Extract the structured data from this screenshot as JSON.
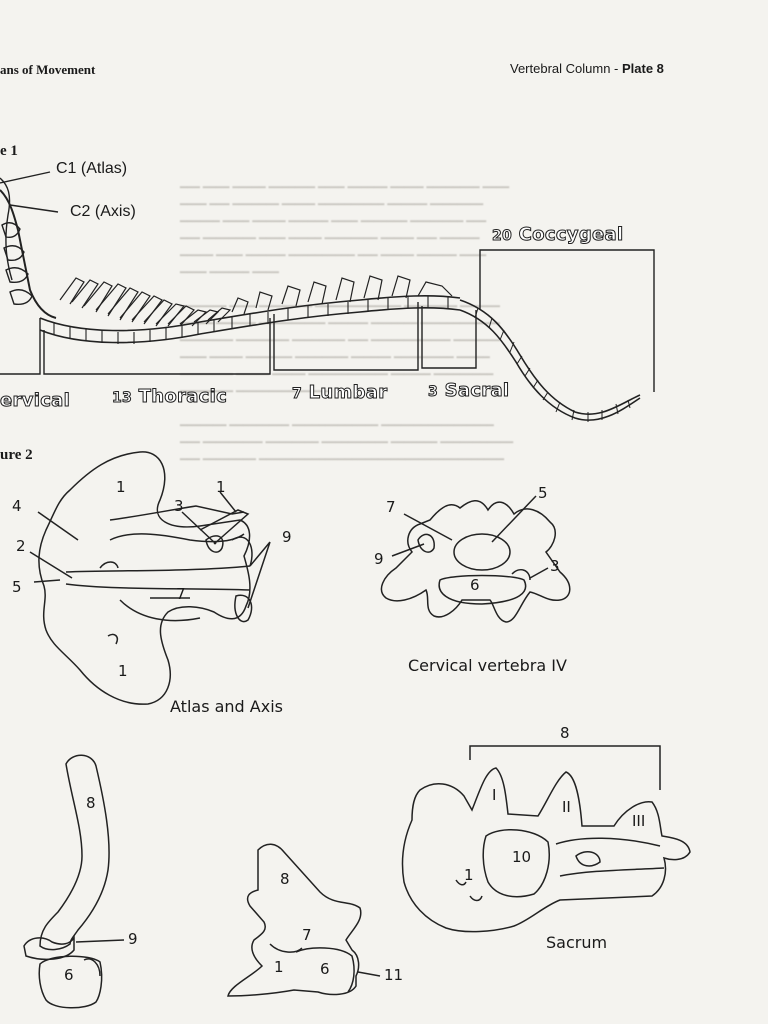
{
  "header": {
    "left": "ans of Movement",
    "right_title": "Vertebral Column - ",
    "right_plate": "Plate 8"
  },
  "figure1": {
    "label": "e 1",
    "c1": "C1 (Atlas)",
    "c2": "C2 (Axis)",
    "coccygeal_num": "20",
    "coccygeal": "Coccygeal",
    "cervical": "ervical",
    "thoracic_num": "13",
    "thoracic": "Thoracic",
    "lumbar_num": "7",
    "lumbar": "Lumbar",
    "sacral_num": "3",
    "sacral": "Sacral"
  },
  "figure2": {
    "label": "ure 2",
    "atlas_axis": {
      "caption": "Atlas and Axis",
      "labels": [
        "1",
        "1",
        "4",
        "3",
        "1",
        "9",
        "2",
        "5",
        "7",
        "1"
      ]
    },
    "cervical_iv": {
      "caption": "Cervical vertebra IV",
      "labels": [
        "5",
        "7",
        "9",
        "3",
        "6"
      ]
    },
    "sacrum": {
      "caption": "Sacrum",
      "labels": [
        "8",
        "I",
        "II",
        "III",
        "1",
        "10"
      ]
    },
    "rib": {
      "labels": [
        "8",
        "9",
        "6"
      ]
    },
    "thoracic_vertebra": {
      "labels": [
        "8",
        "7",
        "1",
        "6",
        "11"
      ]
    }
  },
  "icons": [
    "vertebral-column-drawing",
    "atlas-axis-drawing",
    "cervical-vertebra-drawing",
    "sacrum-drawing",
    "rib-drawing",
    "thoracic-vertebra-drawing"
  ]
}
